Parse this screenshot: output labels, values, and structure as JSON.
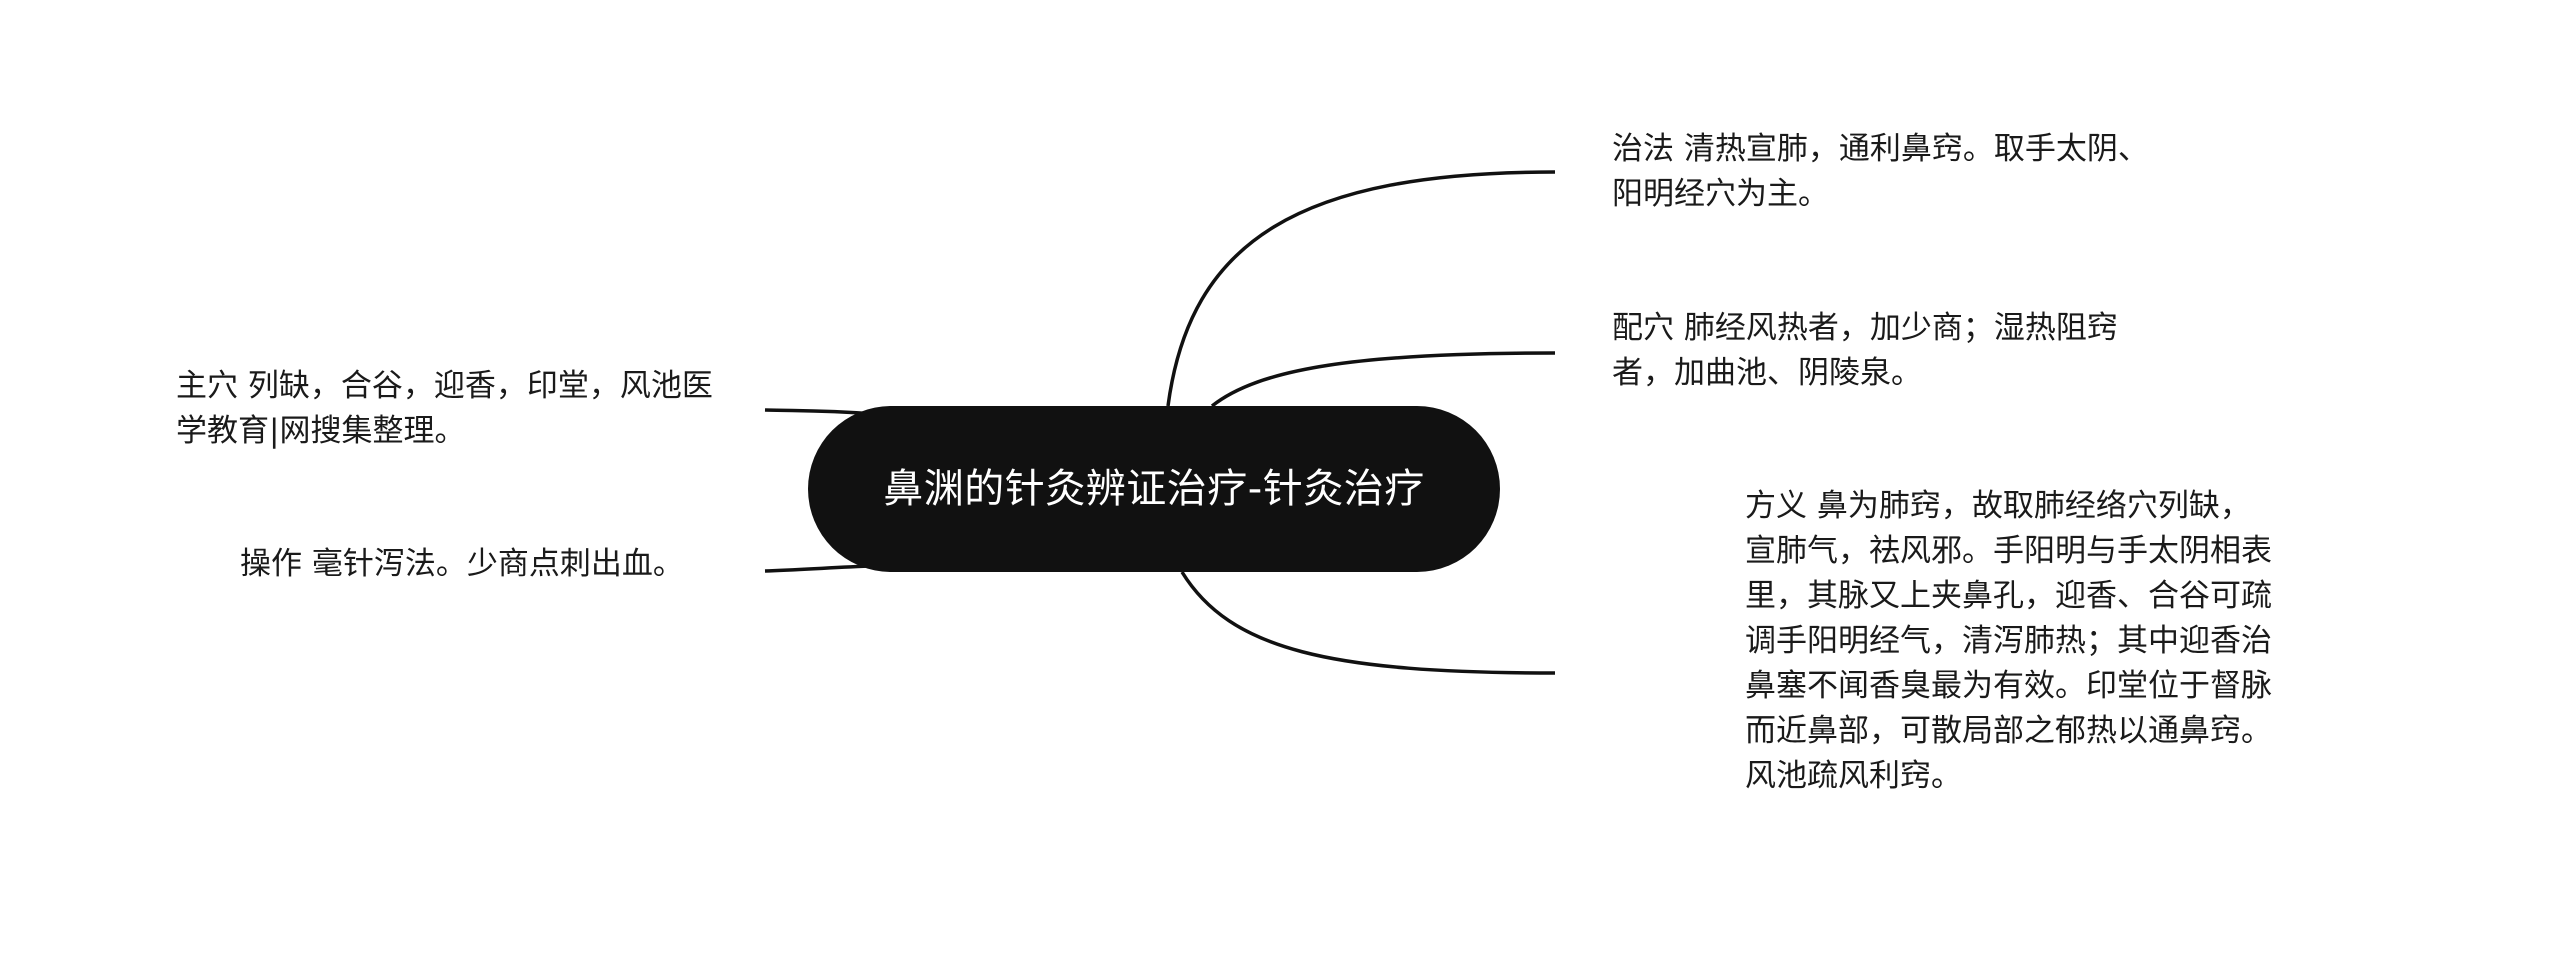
{
  "colors": {
    "central_bg": "#111111",
    "central_text": "#ffffff",
    "connector": "#111111",
    "text": "#1a1a1a"
  },
  "central": {
    "label": "鼻渊的针灸辨证治疗-针灸治疗"
  },
  "left_topics": [
    {
      "label": "主穴 列缺，合谷，迎香，印堂，风池医学教育|网搜集整理。"
    },
    {
      "label": "操作 毫针泻法。少商点刺出血。"
    }
  ],
  "right_topics": [
    {
      "label": "治法 清热宣肺，通利鼻窍。取手太阴、阳明经穴为主。"
    },
    {
      "label": "配穴 肺经风热者，加少商；湿热阻窍者，加曲池、阴陵泉。"
    },
    {
      "label": "方义 鼻为肺窍，故取肺经络穴列缺，宣肺气，祛风邪。手阳明与手太阴相表里，其脉又上夹鼻孔，迎香、合谷可疏调手阳明经气，清泻肺热；其中迎香治鼻塞不闻香臭最为有效。印堂位于督脉而近鼻部，可散局部之郁热以通鼻窍。风池疏风利窍。"
    }
  ]
}
